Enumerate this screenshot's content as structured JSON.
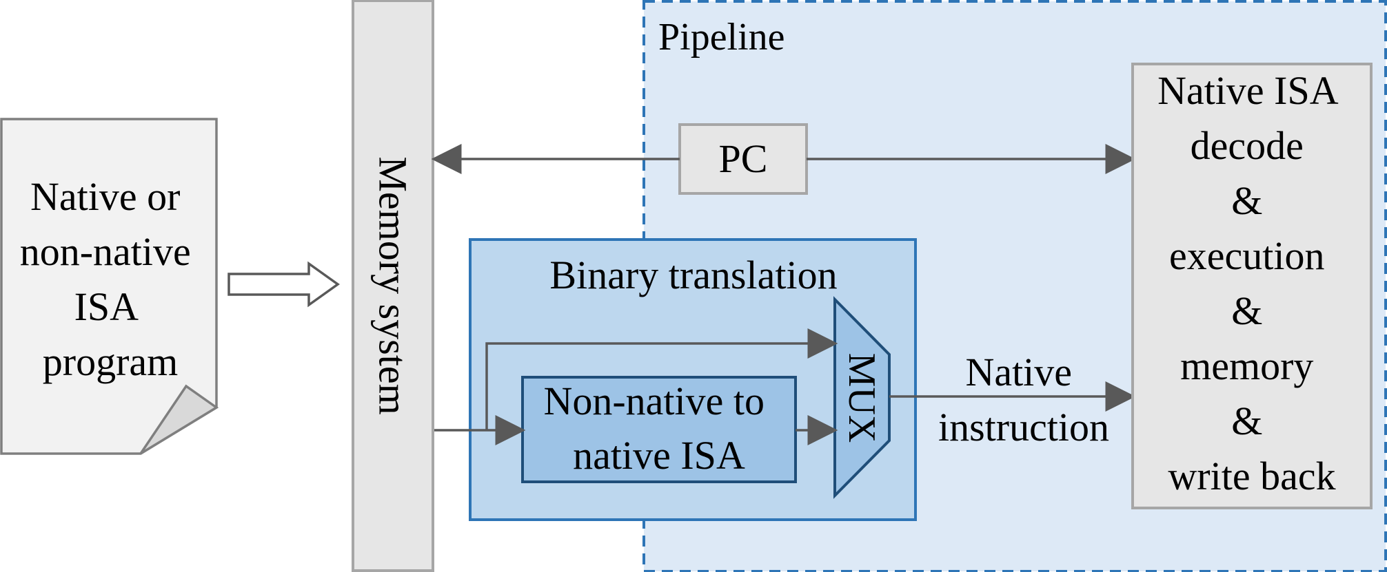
{
  "colors": {
    "pipeline_fill": "#dde9f6",
    "pipeline_border": "#2e75b6",
    "bt_fill": "#bdd7ee",
    "bt_border": "#2e75b6",
    "inner_fill": "#9dc3e6",
    "inner_border": "#1f4e79",
    "gray_fill": "#e6e6e6",
    "gray_border": "#a6a6a6",
    "doc_fill": "#f2f2f2",
    "doc_border": "#7f7f7f",
    "arrow": "#595959",
    "text": "#000000"
  },
  "program": {
    "lines": [
      "Native or",
      "non-native",
      "ISA",
      "program"
    ]
  },
  "memory": {
    "label": "Memory system"
  },
  "pipeline": {
    "label": "Pipeline"
  },
  "pc": {
    "label": "PC"
  },
  "binary_translation": {
    "label": "Binary translation",
    "converter_lines": [
      "Non-native to",
      "native ISA"
    ]
  },
  "mux": {
    "label": "MUX"
  },
  "native_instruction": {
    "lines": [
      "Native",
      "instruction"
    ]
  },
  "native_box": {
    "lines": [
      "Native ISA",
      "decode",
      "&",
      "execution",
      "&",
      "memory",
      "&",
      "write back"
    ]
  }
}
